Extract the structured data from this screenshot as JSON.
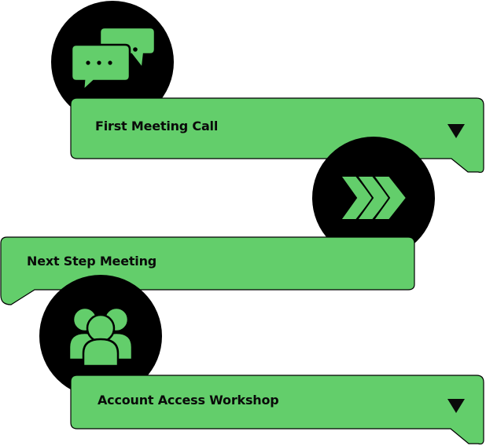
{
  "theme": {
    "accent": "#63ce6b",
    "ink": "#000000"
  },
  "steps": [
    {
      "label": "First Meeting Call",
      "icon": "chat-bubbles-icon",
      "expandable": true
    },
    {
      "label": "Next Step Meeting",
      "icon": "chevrons-right-icon",
      "expandable": false
    },
    {
      "label": "Account Access Workshop",
      "icon": "users-group-icon",
      "expandable": true
    }
  ]
}
